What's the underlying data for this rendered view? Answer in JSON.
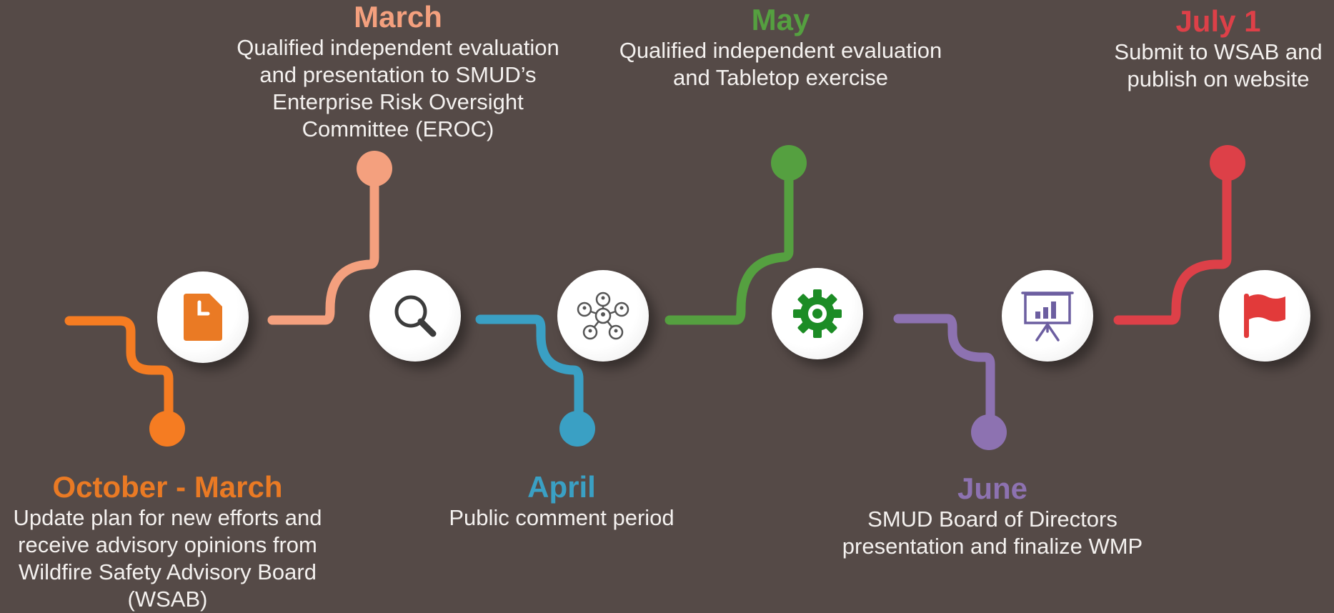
{
  "colors": {
    "background": "#554a47",
    "oct_march": "#f57c22",
    "march": "#f4a07e",
    "april": "#3aa0c4",
    "may": "#55a040",
    "june": "#8d72b1",
    "july": "#dd4048"
  },
  "milestones": [
    {
      "title": "October - March",
      "desc": "Update plan for new efforts and receive advisory opinions from Wildfire Safety Advisory Board (WSAB)",
      "icon": "document-icon"
    },
    {
      "title": "March",
      "desc": "Qualified independent evaluation and presentation to SMUD’s Enterprise Risk Oversight Committee (EROC)",
      "icon": "magnifier-icon"
    },
    {
      "title": "April",
      "desc": "Public comment period",
      "icon": "network-icon"
    },
    {
      "title": "May",
      "desc": "Qualified independent evaluation and Tabletop exercise",
      "icon": "gear-icon"
    },
    {
      "title": "June",
      "desc": "SMUD Board of Directors presentation and finalize WMP",
      "icon": "presentation-board-icon"
    },
    {
      "title": "July 1",
      "desc": "Submit to WSAB and publish on website",
      "icon": "flag-icon"
    }
  ]
}
